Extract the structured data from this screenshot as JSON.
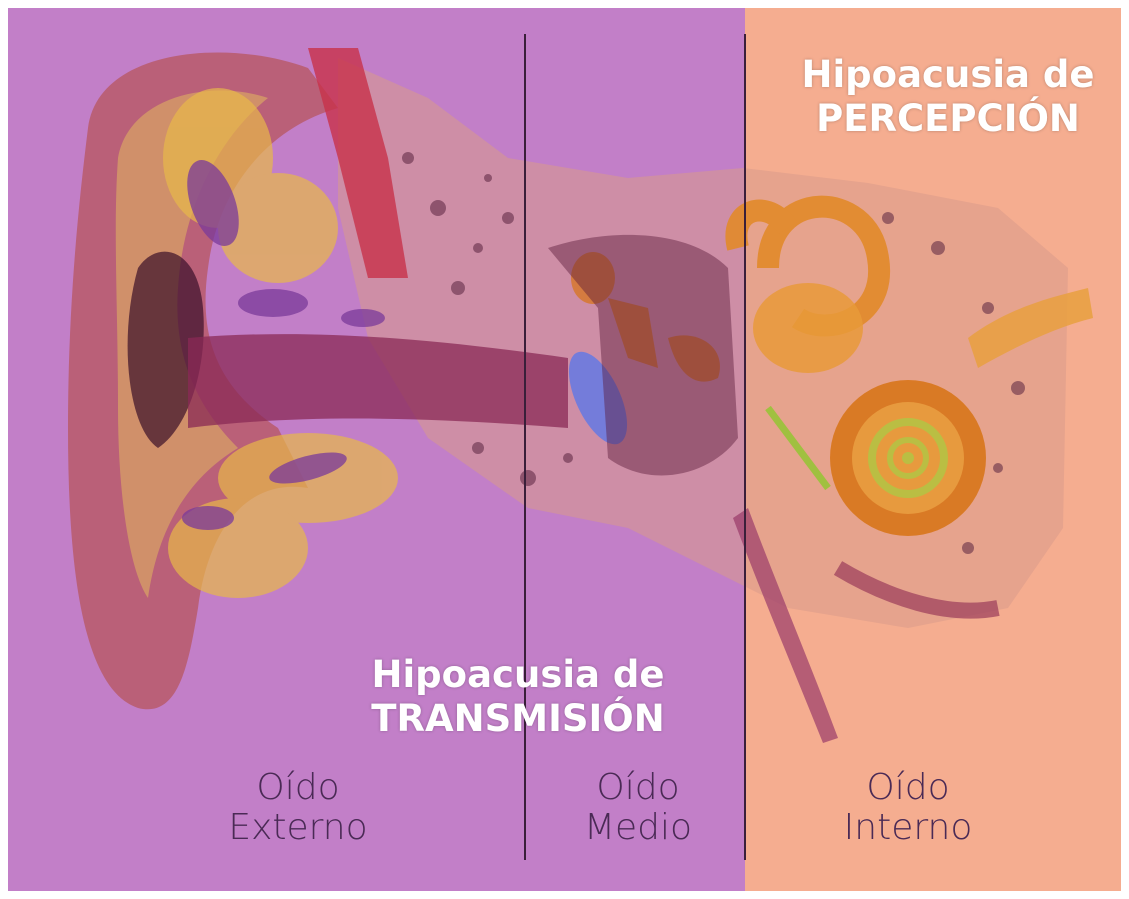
{
  "colors": {
    "transmission_overlay": "#c27fc8",
    "perception_overlay": "#f5ad90",
    "divider": "#3a1f3a",
    "label_text": "#4a2a55",
    "title_text": "#ffffff"
  },
  "hearing_loss_types": {
    "transmission": {
      "line1": "Hipoacusia de",
      "line2": "TRANSMISIÓN"
    },
    "perception": {
      "line1": "Hipoacusia de",
      "line2": "PERCEPCIÓN"
    }
  },
  "ear_sections": {
    "outer": {
      "line1": "Oído",
      "line2": "Externo"
    },
    "middle": {
      "line1": "Oído",
      "line2": "Medio"
    },
    "inner": {
      "line1": "Oído",
      "line2": "Interno"
    }
  },
  "illustration": {
    "icon": "ear-anatomy-cross-section"
  }
}
